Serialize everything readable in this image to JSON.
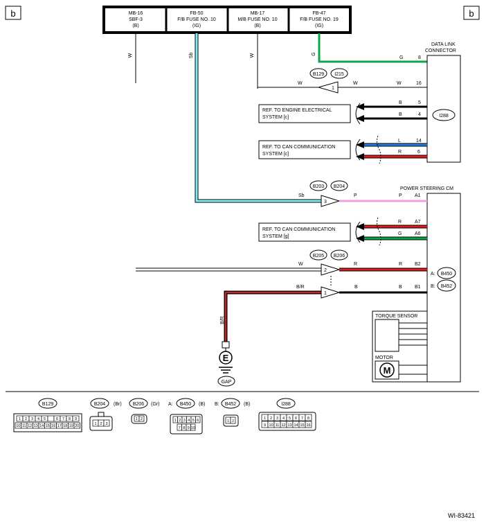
{
  "page_marks": {
    "left": "b",
    "right": "b"
  },
  "fuse_box": [
    {
      "line1": "MB-16",
      "line2": "SBF-3",
      "line3": "(B)"
    },
    {
      "line1": "FB-50",
      "line2": "F/B FUSE NO. 10",
      "line3": "(IG)"
    },
    {
      "line1": "MB-17",
      "line2": "M/B FUSE NO. 10",
      "line3": "(B)"
    },
    {
      "line1": "FB-47",
      "line2": "F/B FUSE NO. 19",
      "line3": "(IG)"
    }
  ],
  "vertical_wire_labels": {
    "w1": "W",
    "sb": "Sb",
    "w2": "W",
    "g": "G"
  },
  "data_link_connector": {
    "title_line1": "DATA LINK",
    "title_line2": "CONNECTOR",
    "ref_connector": "I288",
    "pins": [
      {
        "label": "G",
        "pin": "8"
      },
      {
        "label": "W",
        "pin": "16"
      },
      {
        "label": "B",
        "pin": "5"
      },
      {
        "label": "B",
        "pin": "4"
      },
      {
        "label": "L",
        "pin": "14"
      },
      {
        "label": "R",
        "pin": "6"
      }
    ]
  },
  "joint_b129": {
    "connectors": [
      "B129",
      "I215"
    ],
    "pin": "1",
    "wire_left": "W",
    "wire_right": "W"
  },
  "ref_boxes": {
    "engine": {
      "line1": "REF. TO ENGINE ELECTRICAL",
      "line2": "SYSTEM [c]"
    },
    "can1": {
      "line1": "REF. TO CAN COMMUNICATION",
      "line2": "SYSTEM [c]"
    },
    "can2": {
      "line1": "REF. TO CAN COMMUNICATION",
      "line2": "SYSTEM [g]"
    }
  },
  "joint_b203": {
    "connectors": [
      "B203",
      "B204"
    ],
    "pin": "3",
    "wire_left": "Sb",
    "wire_right": "P"
  },
  "power_steering_cm": {
    "title": "POWER STEERING CM",
    "pins": [
      {
        "label": "P",
        "pin": "A1"
      },
      {
        "label": "R",
        "pin": "A7"
      },
      {
        "label": "G",
        "pin": "A6"
      },
      {
        "label": "R",
        "pin": "B2"
      },
      {
        "label": "B",
        "pin": "B1"
      }
    ],
    "connector_a": {
      "prefix": "A:",
      "name": "B450"
    },
    "connector_b": {
      "prefix": "B:",
      "name": "B452"
    },
    "torque_sensor": "TORQUE SENSOR",
    "motor": "MOTOR",
    "motor_symbol": "M"
  },
  "joint_b205": {
    "connectors": [
      "B205",
      "B206"
    ],
    "pin_upper": "2",
    "pin_lower": "1",
    "wire_upper_left": "W",
    "wire_upper_right": "R",
    "wire_lower_left": "B/R",
    "wire_lower_right": "B"
  },
  "ground": {
    "wire": "B/R",
    "symbol": "E",
    "label": "GAP"
  },
  "connector_views": [
    {
      "name": "B129",
      "color": "",
      "prefix": "",
      "row1": [
        "1",
        "2",
        "3",
        "4",
        "5",
        "",
        "6",
        "7",
        "8",
        "9"
      ],
      "row2": [
        "10",
        "11",
        "12",
        "13",
        "14",
        "15",
        "16",
        "17",
        "18",
        "19",
        "20"
      ]
    },
    {
      "name": "B204",
      "color": "(Br)",
      "prefix": "",
      "row1": [
        "1",
        "2",
        "3"
      ]
    },
    {
      "name": "B206",
      "color": "(Gr)",
      "prefix": "",
      "row1": [
        "1",
        "2"
      ]
    },
    {
      "name": "B450",
      "color": "(B)",
      "prefix": "A:",
      "row1": [
        "1",
        "2",
        "3",
        "4",
        "5",
        "6"
      ],
      "row2": [
        "7",
        "8",
        "9",
        "10"
      ]
    },
    {
      "name": "B452",
      "color": "(B)",
      "prefix": "B:",
      "row1": [
        "1",
        "2"
      ]
    },
    {
      "name": "I288",
      "color": "",
      "prefix": "",
      "row1": [
        "1",
        "2",
        "3",
        "4",
        "5",
        "6",
        "7",
        "8"
      ],
      "row2": [
        "9",
        "10",
        "11",
        "12",
        "13",
        "14",
        "15",
        "16"
      ]
    }
  ],
  "figure_code": "WI-83421",
  "colors": {
    "wire_g": "#0aa64a",
    "wire_sb": "#7ff0f3",
    "wire_p": "#f2a0da",
    "wire_r": "#e01b1b",
    "wire_l": "#1a7fe0",
    "wire_b": "#000000"
  }
}
